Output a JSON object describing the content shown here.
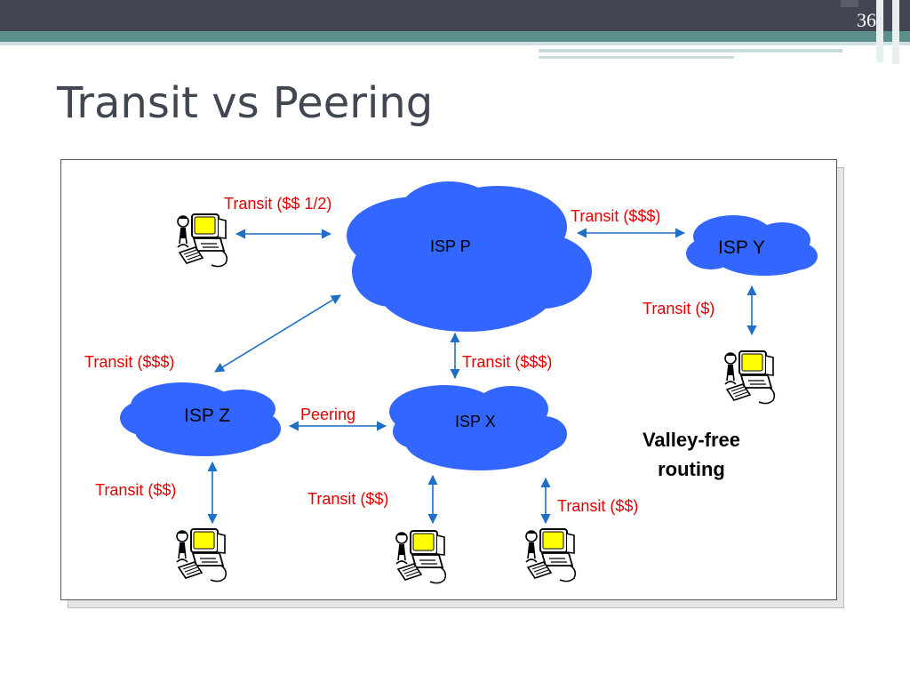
{
  "slide": {
    "number": "36",
    "title": "Transit vs Peering"
  },
  "diagram": {
    "isps": {
      "p": "ISP P",
      "y": "ISP Y",
      "z": "ISP Z",
      "x": "ISP X"
    },
    "links": {
      "customer_to_p": "Transit ($$ 1/2)",
      "p_to_y": "Transit ($$$)",
      "y_to_customer": "Transit ($)",
      "z_to_p": "Transit ($$$)",
      "x_to_p": "Transit ($$$)",
      "z_x_peering": "Peering",
      "z_to_customer": "Transit ($$)",
      "x_to_customer_a": "Transit ($$)",
      "x_to_customer_b": "Transit ($$)"
    },
    "note_line1": "Valley-free",
    "note_line2": "routing"
  },
  "colors": {
    "cloud": "#3366ff",
    "link_label": "#e60000",
    "arrow": "#1e6fc6",
    "title": "#414752",
    "header_bar": "#434552",
    "header_band": "#5b8f8c"
  },
  "icons": {
    "customer": "desktop-computer-icon"
  }
}
